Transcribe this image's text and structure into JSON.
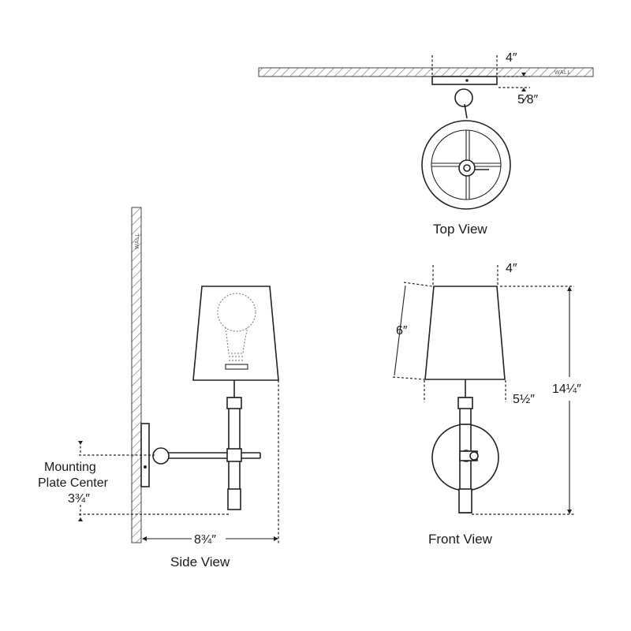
{
  "views": {
    "top": {
      "label": "Top View"
    },
    "side": {
      "label": "Side View"
    },
    "front": {
      "label": "Front View"
    }
  },
  "wall_labels": {
    "top": "WALL",
    "side": "WALL"
  },
  "dimensions": {
    "top_plate_width": "4″",
    "top_plate_depth": "5⁄8″",
    "front_shade_top": "4″",
    "front_shade_height": "6″",
    "front_shade_bottom": "5½″",
    "front_total_height": "14¼″",
    "side_extension": "8¾″",
    "side_mounting_line1": "Mounting",
    "side_mounting_line2": "Plate Center",
    "side_mounting_value": "3¾″"
  }
}
